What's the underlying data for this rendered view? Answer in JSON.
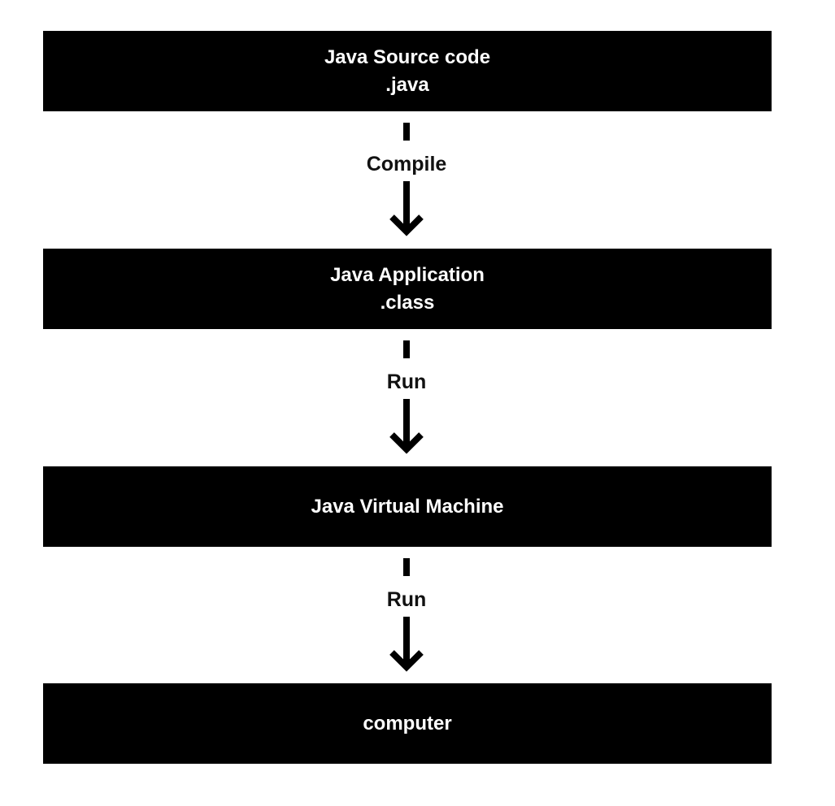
{
  "diagram": {
    "nodes": [
      {
        "title": "Java Source code",
        "subtitle": ".java"
      },
      {
        "title": "Java Application",
        "subtitle": ".class"
      },
      {
        "title": "Java Virtual Machine",
        "subtitle": ""
      },
      {
        "title": "computer",
        "subtitle": ""
      }
    ],
    "edges": [
      {
        "label": "Compile"
      },
      {
        "label": "Run"
      },
      {
        "label": "Run"
      }
    ],
    "colors": {
      "box_fill": "#000000",
      "box_text": "#ffffff",
      "arrow": "#000000",
      "background": "#ffffff"
    }
  }
}
